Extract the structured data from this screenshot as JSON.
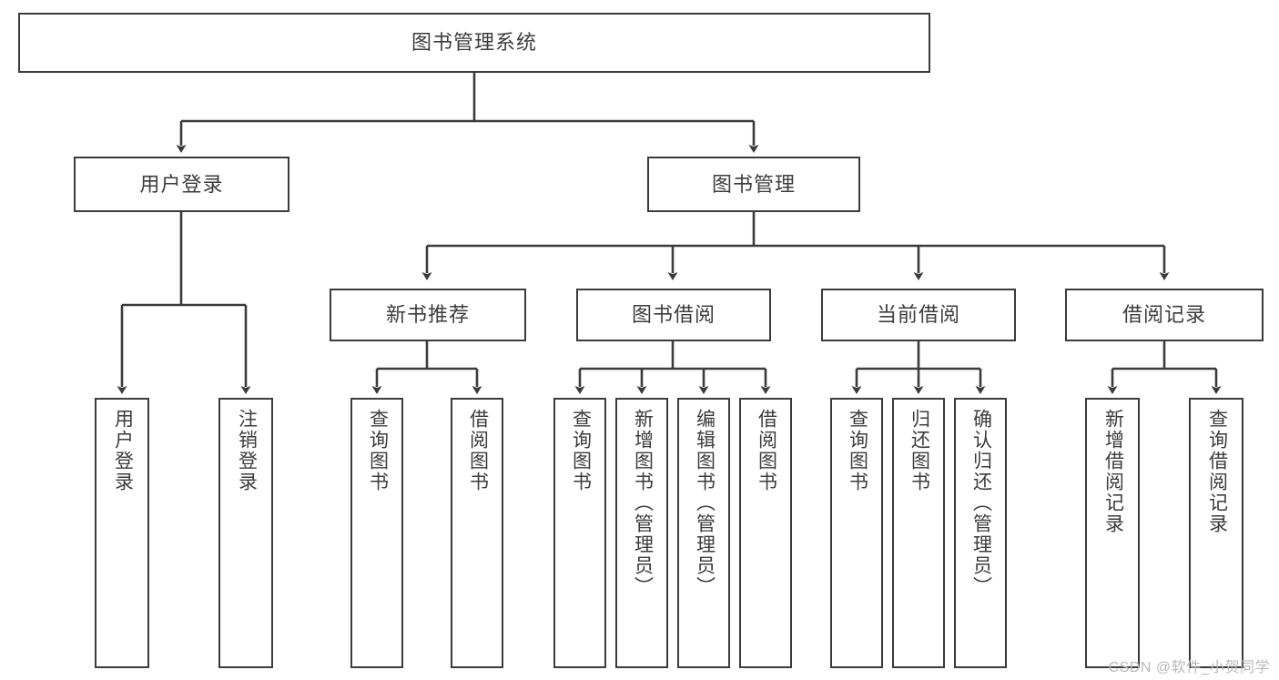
{
  "diagram": {
    "title": "图书管理系统",
    "type": "tree-hierarchy-diagram",
    "watermark": "CSDN @软件_小贺同学",
    "colors": {
      "box_border": "#3b3b3b",
      "box_fill": "#ffffff",
      "text": "#3c3c3c",
      "edge": "#3b3b3b",
      "background": "#ffffff",
      "watermark": "#b9b9b9"
    },
    "nodes": {
      "root": {
        "label": "图书管理系统"
      },
      "level1": [
        {
          "id": "user-login",
          "label": "用户登录"
        },
        {
          "id": "book-manage",
          "label": "图书管理"
        }
      ],
      "level2": [
        {
          "id": "new-book-recommend",
          "label": "新书推荐"
        },
        {
          "id": "book-borrow",
          "label": "图书借阅"
        },
        {
          "id": "current-borrow",
          "label": "当前借阅"
        },
        {
          "id": "borrow-record",
          "label": "借阅记录"
        }
      ],
      "leaves": [
        {
          "id": "leaf-user-login",
          "label": "用户登录",
          "parent": "user-login"
        },
        {
          "id": "leaf-user-logout",
          "label": "注销登录",
          "parent": "user-login"
        },
        {
          "id": "leaf-query-book-1",
          "label": "查询图书",
          "parent": "new-book-recommend"
        },
        {
          "id": "leaf-borrow-book-1",
          "label": "借阅图书",
          "parent": "new-book-recommend"
        },
        {
          "id": "leaf-query-book-2",
          "label": "查询图书",
          "parent": "book-borrow"
        },
        {
          "id": "leaf-add-book",
          "label": "新增图书（管理员）",
          "parent": "book-borrow"
        },
        {
          "id": "leaf-edit-book",
          "label": "编辑图书（管理员）",
          "parent": "book-borrow"
        },
        {
          "id": "leaf-borrow-book-2",
          "label": "借阅图书",
          "parent": "book-borrow"
        },
        {
          "id": "leaf-query-book-3",
          "label": "查询图书",
          "parent": "current-borrow"
        },
        {
          "id": "leaf-return-book",
          "label": "归还图书",
          "parent": "current-borrow"
        },
        {
          "id": "leaf-confirm-return",
          "label": "确认归还（管理员）",
          "parent": "current-borrow"
        },
        {
          "id": "leaf-add-borrow-record",
          "label": "新增借阅记录",
          "parent": "borrow-record"
        },
        {
          "id": "leaf-query-borrow-record",
          "label": "查询借阅记录",
          "parent": "borrow-record"
        }
      ]
    }
  }
}
